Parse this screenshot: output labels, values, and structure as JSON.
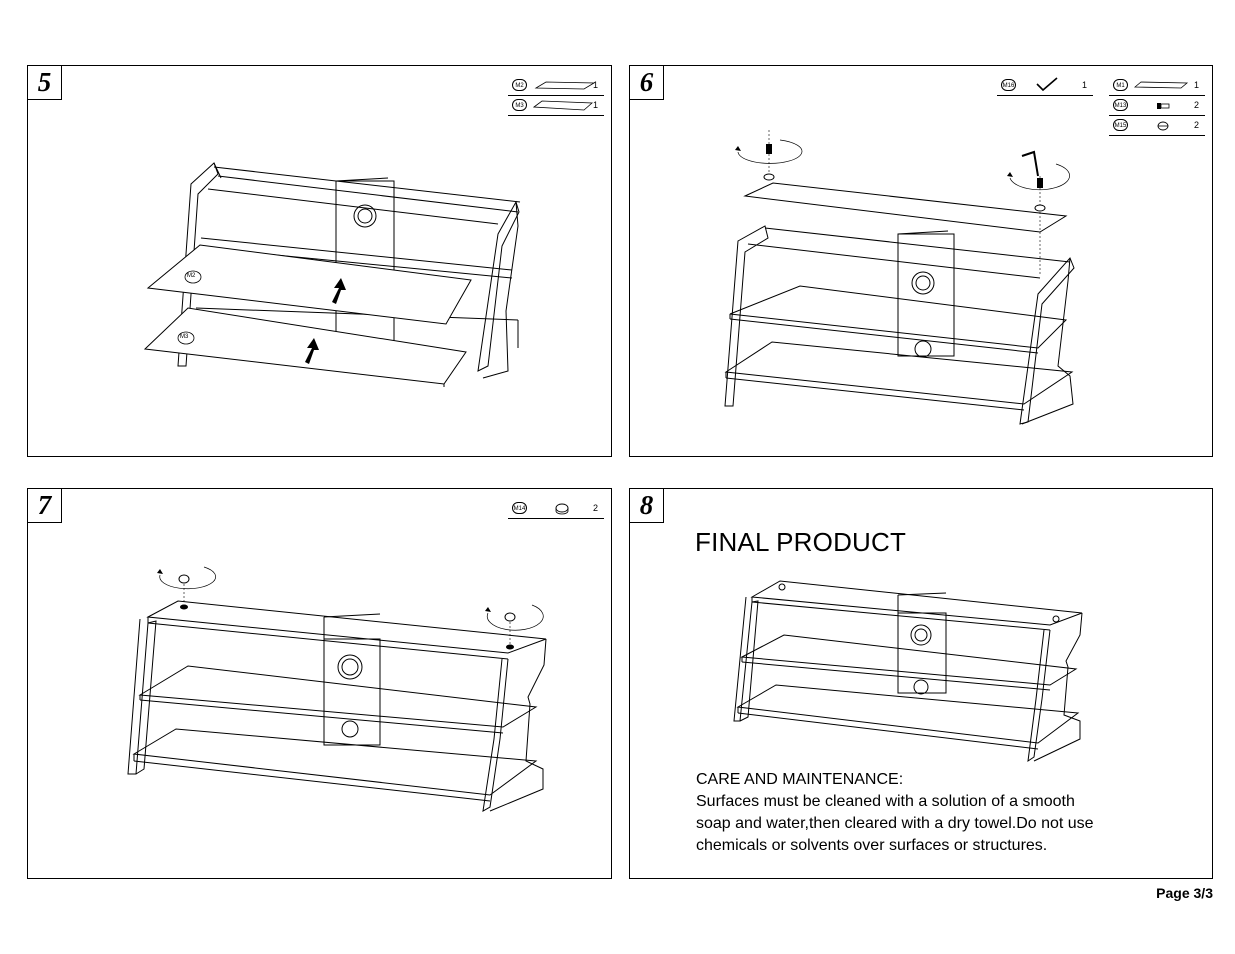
{
  "page": {
    "number": "Page 3/3"
  },
  "steps": [
    {
      "id": "5",
      "parts": [
        {
          "code": "M2",
          "qty": "1",
          "icon": "glass-shelf-icon"
        },
        {
          "code": "M3",
          "qty": "1",
          "icon": "glass-shelf-icon"
        }
      ],
      "labels": {
        "shelf_a": "M2",
        "shelf_b": "M3"
      }
    },
    {
      "id": "6",
      "tool": {
        "code": "M16",
        "qty": "1",
        "icon": "allen-key-icon"
      },
      "parts": [
        {
          "code": "M1",
          "qty": "1",
          "icon": "glass-shelf-icon"
        },
        {
          "code": "M13",
          "qty": "2",
          "icon": "screw-icon"
        },
        {
          "code": "M15",
          "qty": "2",
          "icon": "washer-icon"
        }
      ]
    },
    {
      "id": "7",
      "parts": [
        {
          "code": "M14",
          "qty": "2",
          "icon": "cap-icon"
        }
      ]
    },
    {
      "id": "8",
      "title": "FINAL PRODUCT",
      "care": {
        "heading": "CARE AND MAINTENANCE:",
        "line1": "Surfaces must be cleaned with a solution of a smooth",
        "line2": "soap and water,then cleared with a dry towel.Do not use",
        "line3": "chemicals or solvents over surfaces or structures."
      }
    }
  ]
}
